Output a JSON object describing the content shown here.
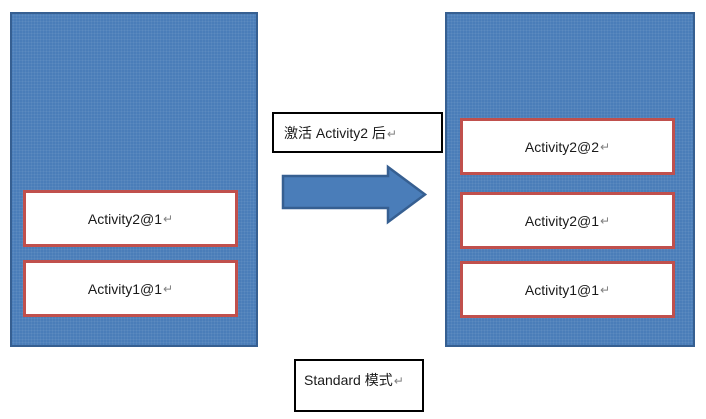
{
  "diagram": {
    "transition_label": "激活 Activity2 后",
    "mode_label": "Standard 模式",
    "return_mark": "↵",
    "left_stack": {
      "items": [
        {
          "label": "Activity2@1"
        },
        {
          "label": "Activity1@1"
        }
      ]
    },
    "right_stack": {
      "items": [
        {
          "label": "Activity2@2"
        },
        {
          "label": "Activity2@1"
        },
        {
          "label": "Activity1@1"
        }
      ]
    },
    "colors": {
      "stack_fill": "#4a7db9",
      "stack_border": "#365f91",
      "card_border": "#c0504d",
      "card_fill": "#ffffff",
      "callout_border": "#000000",
      "text": "#1a1a1a",
      "return_mark": "#808080"
    }
  }
}
